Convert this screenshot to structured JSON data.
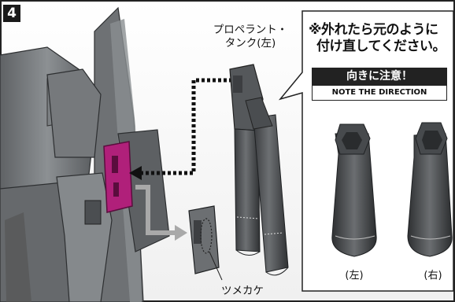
{
  "step": {
    "number": "4"
  },
  "part_label": {
    "line1": "プロペラント・",
    "line2": "タンク(左)"
  },
  "callout": {
    "line1": "※外れたら元のように",
    "line2": "付け直してください。",
    "caution_main": "向きに注意！",
    "caution_sub": "NOTE THE DIRECTION",
    "left_label": "(左)",
    "right_label": "(右)"
  },
  "hook_label": "ツメカケ",
  "colors": {
    "highlight": "#b0207a",
    "arrow_dark": "#111111",
    "arrow_light": "#a9a9a9",
    "model_gray": "#7a7d80"
  }
}
